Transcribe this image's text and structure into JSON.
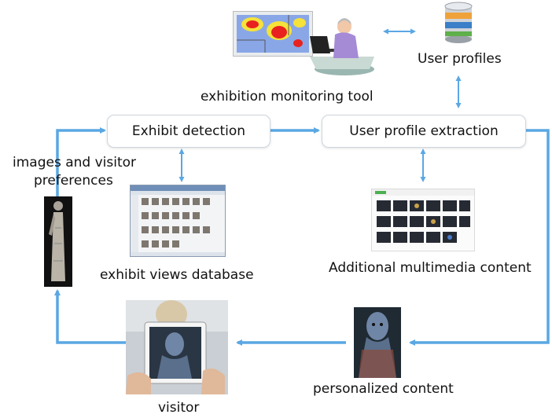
{
  "boxes": {
    "exhibit_detection": "Exhibit detection",
    "user_profile_extraction": "User profile extraction"
  },
  "labels": {
    "monitoring_tool": "exhibition monitoring tool",
    "user_profiles": "User profiles",
    "images_prefs_line1": "images and visitor",
    "images_prefs_line2": "preferences",
    "exhibit_views_db": "exhibit views database",
    "additional_multimedia": "Additional multimedia content",
    "personalized_content": "personalized content",
    "visitor": "visitor"
  },
  "colors": {
    "arrow": "#5aa7e4",
    "heat_hot": "#e8231f",
    "heat_warm": "#f5e23a",
    "heat_cool": "#3a6fe0",
    "db_orange": "#f0a23a",
    "db_blue": "#3a7fc8"
  }
}
